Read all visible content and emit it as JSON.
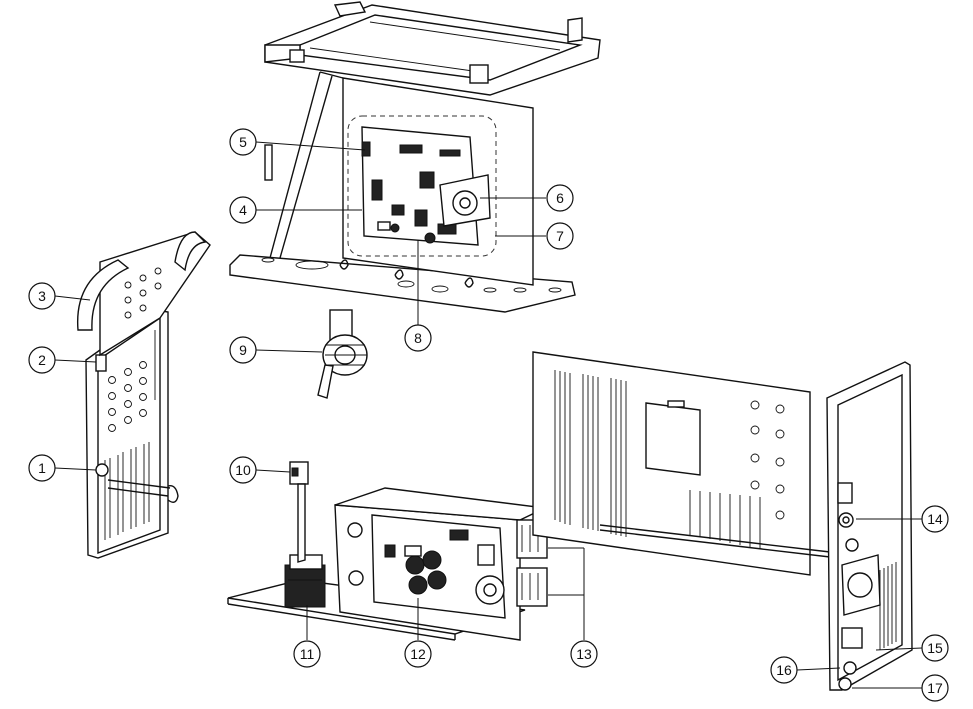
{
  "callouts": [
    {
      "id": 1,
      "label": "1"
    },
    {
      "id": 2,
      "label": "2"
    },
    {
      "id": 3,
      "label": "3"
    },
    {
      "id": 4,
      "label": "4"
    },
    {
      "id": 5,
      "label": "5"
    },
    {
      "id": 6,
      "label": "6"
    },
    {
      "id": 7,
      "label": "7"
    },
    {
      "id": 8,
      "label": "8"
    },
    {
      "id": 9,
      "label": "9"
    },
    {
      "id": 10,
      "label": "10"
    },
    {
      "id": 11,
      "label": "11"
    },
    {
      "id": 12,
      "label": "12"
    },
    {
      "id": 13,
      "label": "13"
    },
    {
      "id": 14,
      "label": "14"
    },
    {
      "id": 15,
      "label": "15"
    },
    {
      "id": 16,
      "label": "16"
    },
    {
      "id": 17,
      "label": "17"
    }
  ]
}
